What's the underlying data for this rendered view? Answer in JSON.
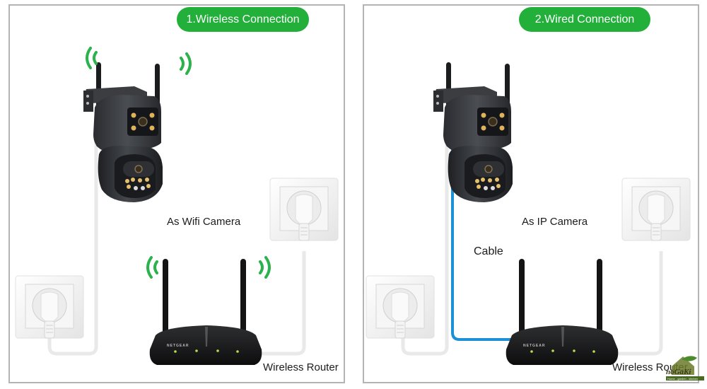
{
  "panels": [
    {
      "title": "1.Wireless Connection",
      "mode": "wireless",
      "camera_label": "As Wifi Camera",
      "router_label": "Wireless Router"
    },
    {
      "title": "2.Wired Connection",
      "mode": "wired",
      "camera_label": "As IP Camera",
      "cable_label": "Cable",
      "router_label": "Wireless Router"
    }
  ],
  "router_brand": "NETGEAR",
  "watermark": {
    "name": "noGaKi",
    "tagline": "Home - garden - kitchen"
  },
  "colors": {
    "accent_green": "#22b03a",
    "wifi_green": "#2bb24c",
    "ethernet_blue": "#1e90d8",
    "border_gray": "#b4b4b4"
  }
}
